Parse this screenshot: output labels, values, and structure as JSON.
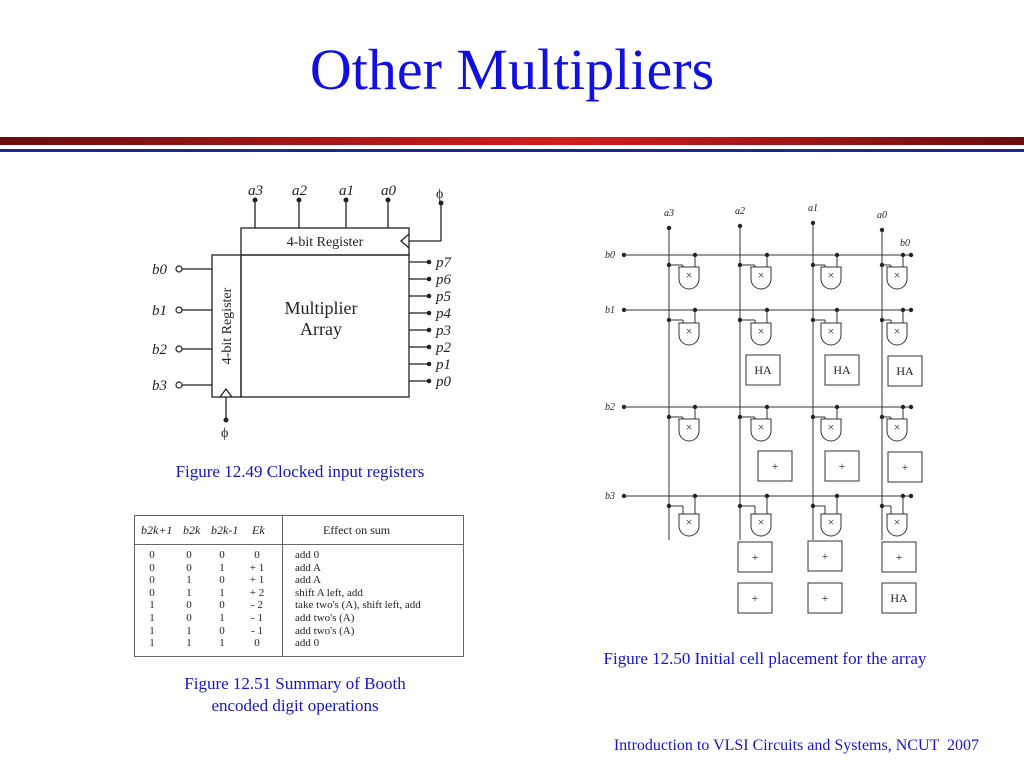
{
  "slide": {
    "title": "Other Multipliers",
    "footer": "Introduction to VLSI Circuits and Systems, NCUT  2007"
  },
  "fig49": {
    "caption": "Figure 12.49 Clocked input registers",
    "a_labels": [
      "a3",
      "a2",
      "a1",
      "a0"
    ],
    "phi": "ϕ",
    "top_register": "4-bit Register",
    "side_register": "4-bit Register",
    "array_line1": "Multiplier",
    "array_line2": "Array",
    "b_labels": [
      "b0",
      "b1",
      "b2",
      "b3"
    ],
    "p_labels": [
      "p7",
      "p6",
      "p5",
      "p4",
      "p3",
      "p2",
      "p1",
      "p0"
    ]
  },
  "fig50": {
    "caption": "Figure 12.50 Initial cell placement for the array",
    "a_labels": [
      "a3",
      "a2",
      "a1",
      "a0"
    ],
    "b_labels": [
      "b0",
      "b1",
      "b2",
      "b3"
    ],
    "b0_right": "b0",
    "and_symbol": "×",
    "ha": "HA",
    "plus": "+"
  },
  "fig51": {
    "caption_line1": "Figure 12.51 Summary of Booth",
    "caption_line2": "encoded digit operations",
    "headers": [
      "b2k+1",
      "b2k",
      "b2k-1",
      "Ek",
      "Effect on sum"
    ],
    "rows": [
      [
        "0",
        "0",
        "0",
        "0",
        "add 0"
      ],
      [
        "0",
        "0",
        "1",
        "+ 1",
        "add A"
      ],
      [
        "0",
        "1",
        "0",
        "+ 1",
        "add A"
      ],
      [
        "0",
        "1",
        "1",
        "+ 2",
        "shift A left, add"
      ],
      [
        "1",
        "0",
        "0",
        "- 2",
        "take two's (A), shift left, add"
      ],
      [
        "1",
        "0",
        "1",
        "- 1",
        "add two's (A)"
      ],
      [
        "1",
        "1",
        "0",
        "- 1",
        "add two's (A)"
      ],
      [
        "1",
        "1",
        "1",
        "0",
        "add 0"
      ]
    ]
  }
}
